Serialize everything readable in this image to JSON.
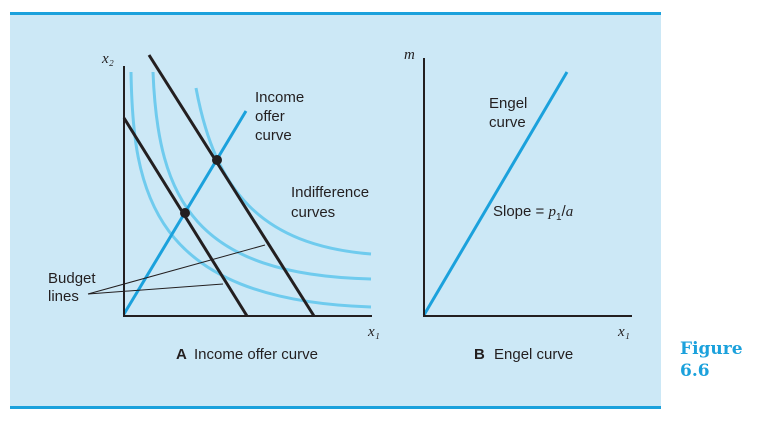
{
  "colors": {
    "panel_bg": "#cce8f6",
    "accent": "#1ba1dc",
    "indifference": "#6fcbee",
    "budget": "#231f20",
    "point": "#231f20"
  },
  "panel_a": {
    "y_axis_label": "x₂",
    "x_axis_label": "x₁",
    "offer_curve_label": [
      "Income",
      "offer",
      "curve"
    ],
    "indifference_label": [
      "Indifference",
      "curves"
    ],
    "budget_label": [
      "Budget",
      "lines"
    ],
    "caption_letter": "A",
    "caption_text": "Income offer curve"
  },
  "panel_b": {
    "y_axis_label": "m",
    "x_axis_label": "x₁",
    "engel_label": [
      "Engel",
      "curve"
    ],
    "slope_prefix": "Slope = ",
    "slope_p": "p",
    "slope_sub": "1",
    "slope_suffix": "/",
    "slope_a": "a",
    "caption_letter": "B",
    "caption_text": "Engel curve"
  },
  "figure": {
    "label_line1": "Figure",
    "label_line2": "6.6"
  }
}
